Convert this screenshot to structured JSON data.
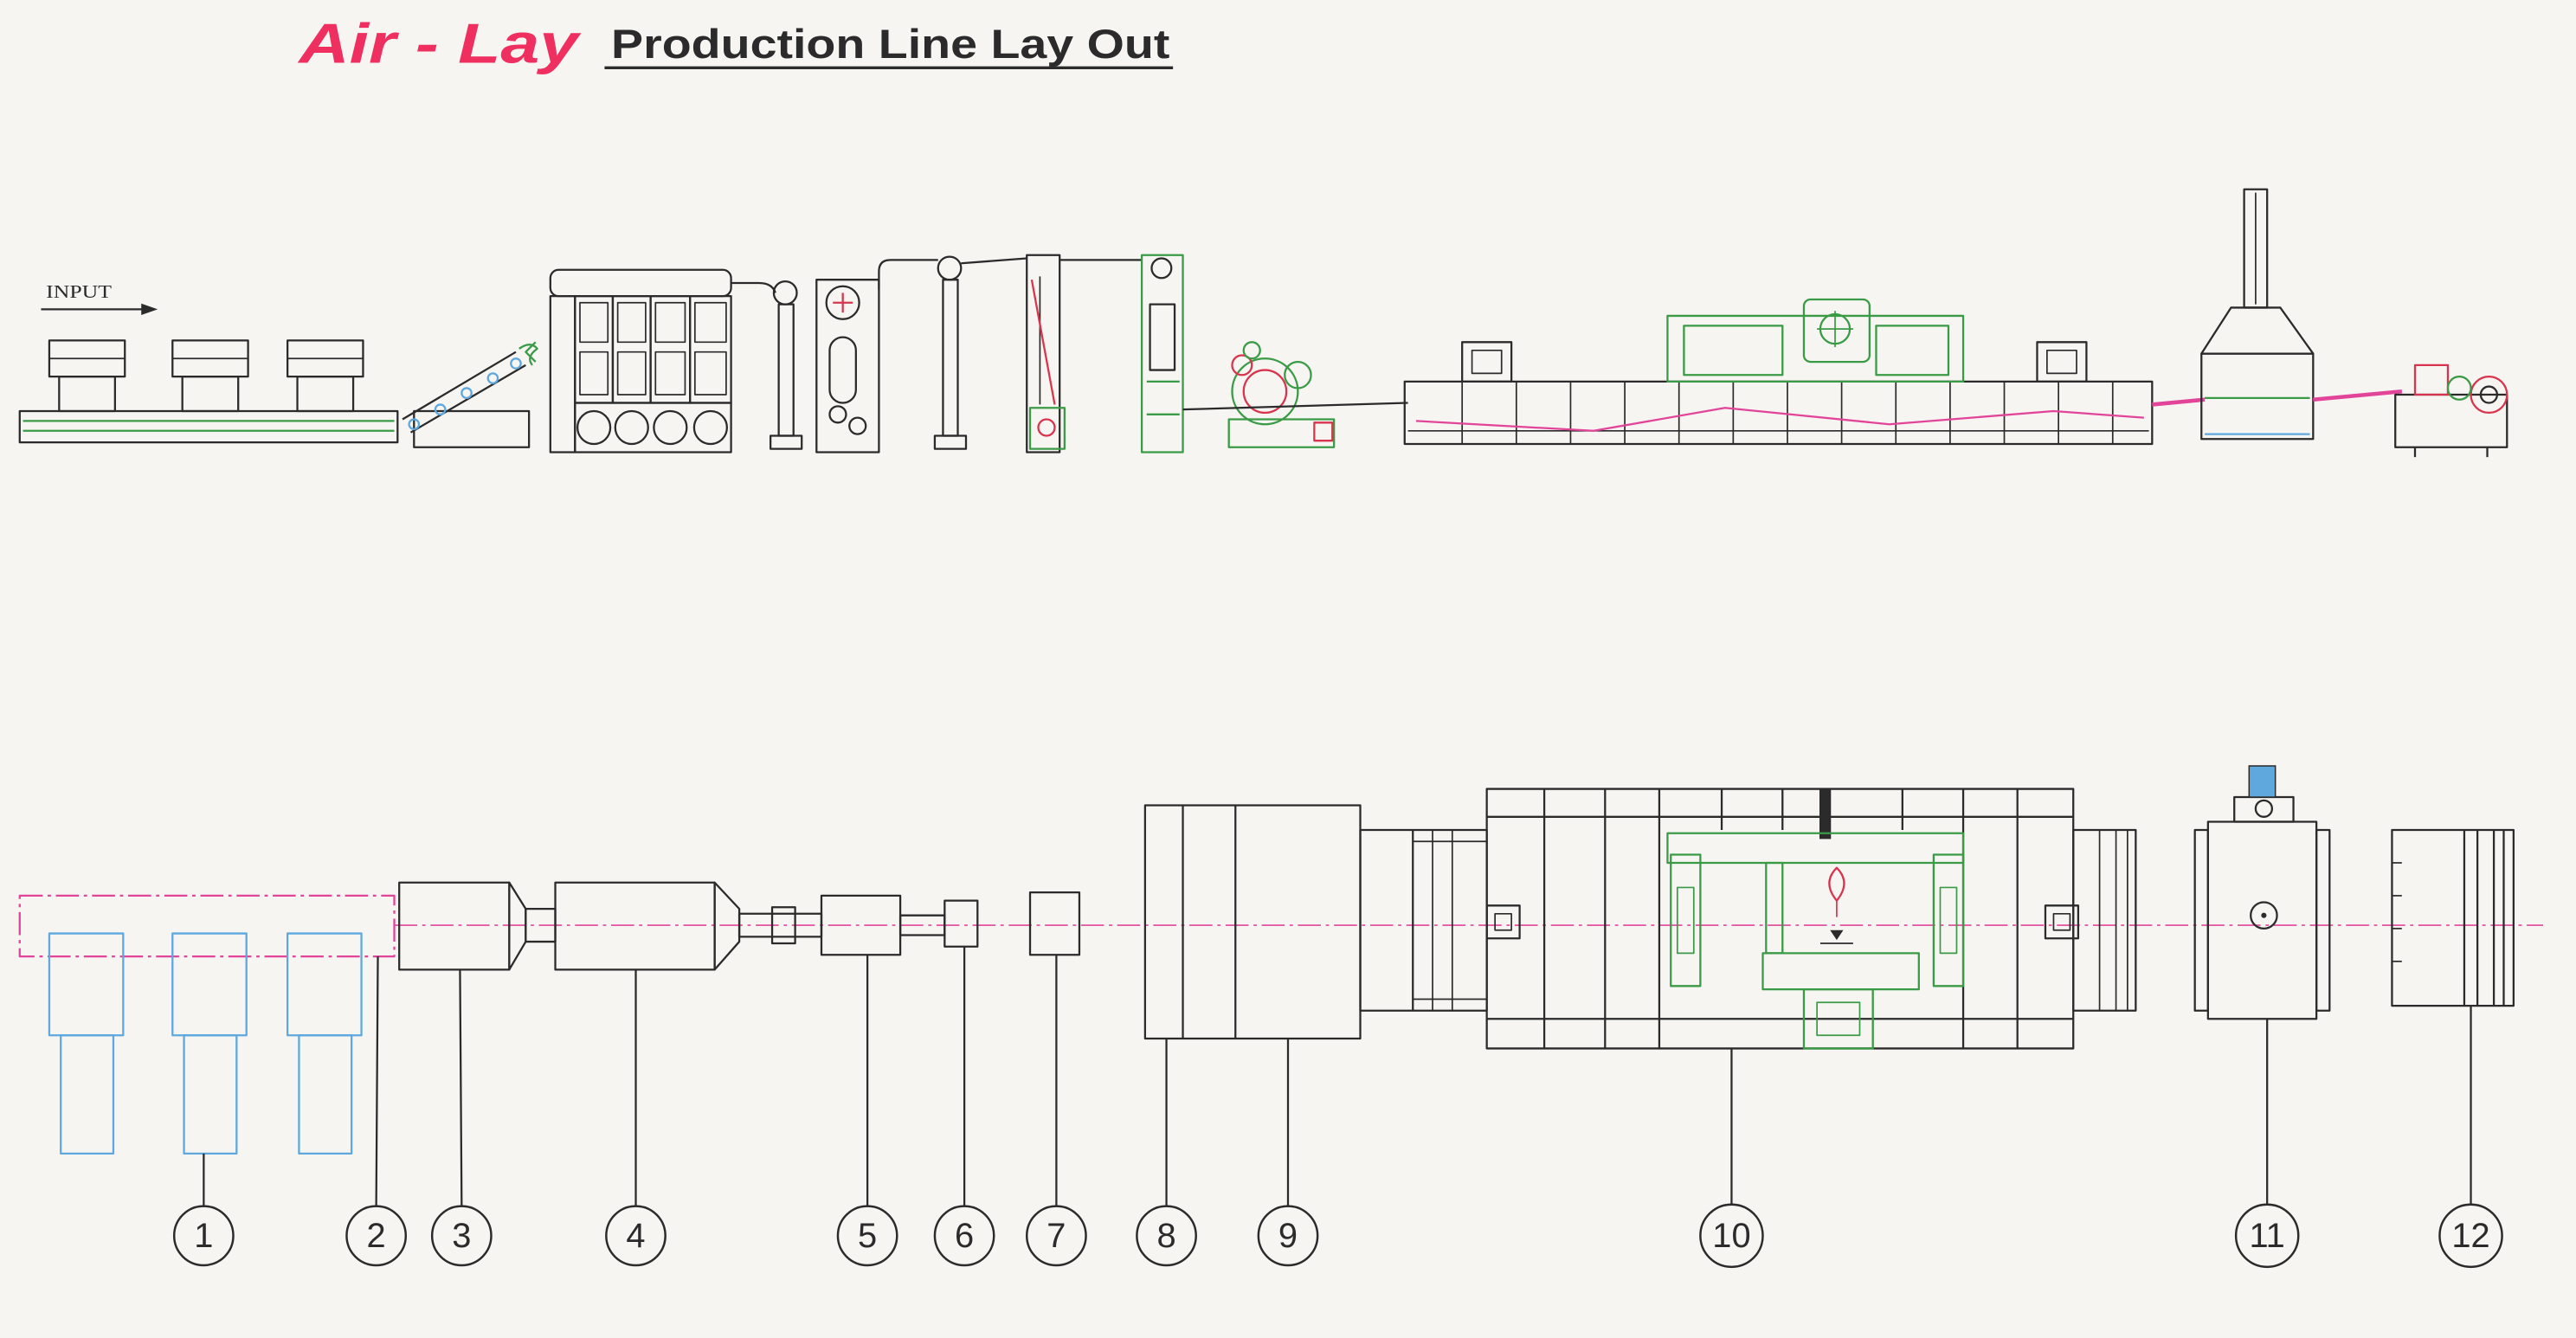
{
  "title": {
    "main": "Air - Lay",
    "sub": "Production Line Lay Out"
  },
  "input_label": "INPUT",
  "callouts": [
    "1",
    "2",
    "3",
    "4",
    "5",
    "6",
    "7",
    "8",
    "9",
    "10",
    "11",
    "12"
  ],
  "colors": {
    "title_red": "#ee2f5f",
    "pink": "#e2449a",
    "green": "#3a9a45",
    "blue": "#5ea8de",
    "red": "#d9344e",
    "line": "#2b2b2b",
    "paper": "#f6f5f1"
  }
}
